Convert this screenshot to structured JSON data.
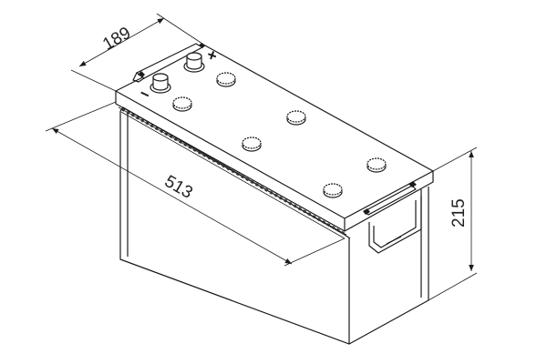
{
  "drawing": {
    "dimensions": {
      "length": "513",
      "width": "189",
      "height": "215"
    },
    "terminals": {
      "positive_symbol": "+",
      "negative_symbol": "−"
    },
    "line_color": "#1a1a1a",
    "background": "#ffffff"
  }
}
